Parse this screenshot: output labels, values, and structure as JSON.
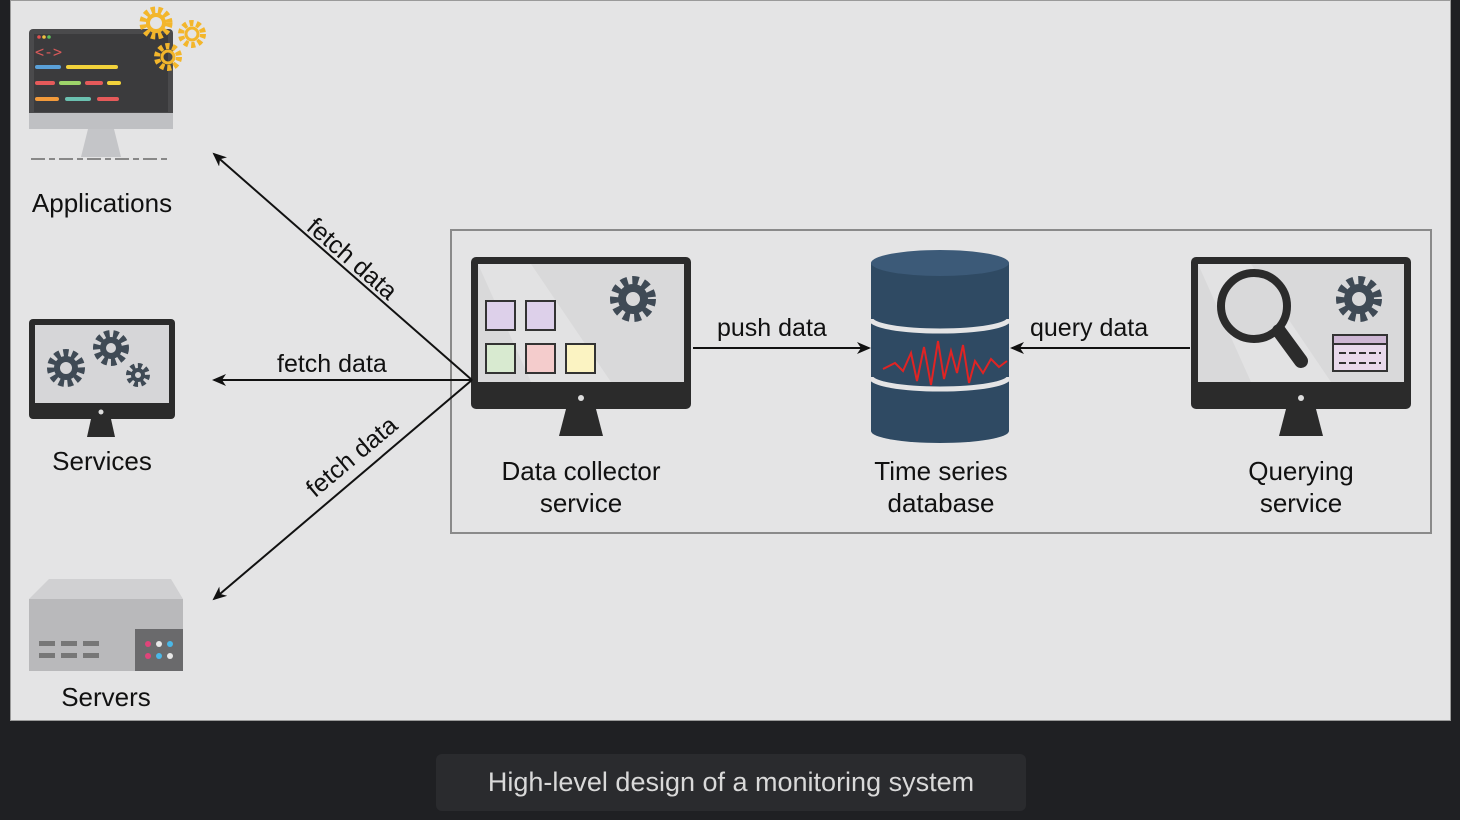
{
  "nodes": {
    "applications": "Applications",
    "services": "Services",
    "servers": "Servers",
    "collector_line1": "Data collector",
    "collector_line2": "service",
    "tsdb_line1": "Time series",
    "tsdb_line2": "database",
    "query_line1": "Querying",
    "query_line2": "service"
  },
  "edges": {
    "fetch_apps": "fetch data",
    "fetch_services": "fetch data",
    "fetch_servers": "fetch data",
    "push": "push data",
    "query": "query data"
  },
  "caption": "High-level design of a monitoring system",
  "colors": {
    "canvas": "#e4e4e5",
    "monitor_frame": "#2b2b2b",
    "screen": "#d9d9da",
    "gear": "#3f4a55",
    "db_body": "#2f4a63",
    "db_top": "#3c5a78",
    "signal": "#e02424",
    "gold_gear": "#f3b62b"
  },
  "icons": [
    "monitor-code-icon",
    "monitor-gears-icon",
    "server-rack-icon",
    "monitor-grid-gear-icon",
    "database-icon",
    "monitor-search-icon"
  ]
}
